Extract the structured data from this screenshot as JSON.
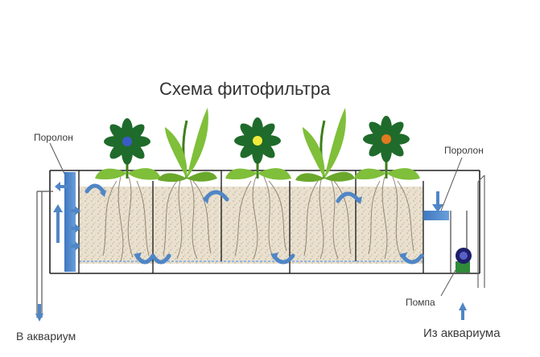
{
  "title": "Схема фитофильтра",
  "labels": {
    "foam_left": "Поролон",
    "foam_right": "Поролон",
    "pump": "Помпа",
    "to_aquarium": "В аквариум",
    "from_aquarium": "Из аквариума"
  },
  "colors": {
    "tank_frame": "#222222",
    "gravel": "#e6dccb",
    "foam": "#4f86c6",
    "arrow": "#4f86c6",
    "water_line": "#8fb7e3",
    "leaf": "#7fbf3a",
    "leaf_dark": "#3e7f1a",
    "flower": "#1f6b2b",
    "root": "#8a7d6a",
    "pump": "#2a2a70"
  },
  "plants": [
    {
      "type": "flower",
      "center_color": "#3a5bc7"
    },
    {
      "type": "leafy"
    },
    {
      "type": "flower",
      "center_color": "#f4ea3a"
    },
    {
      "type": "leafy"
    },
    {
      "type": "flower",
      "center_color": "#e07a20"
    }
  ],
  "icons": [
    "up-down-flow-arrow-icon",
    "pump-icon",
    "inlet-arrow-icon",
    "outlet-arrow-icon"
  ]
}
